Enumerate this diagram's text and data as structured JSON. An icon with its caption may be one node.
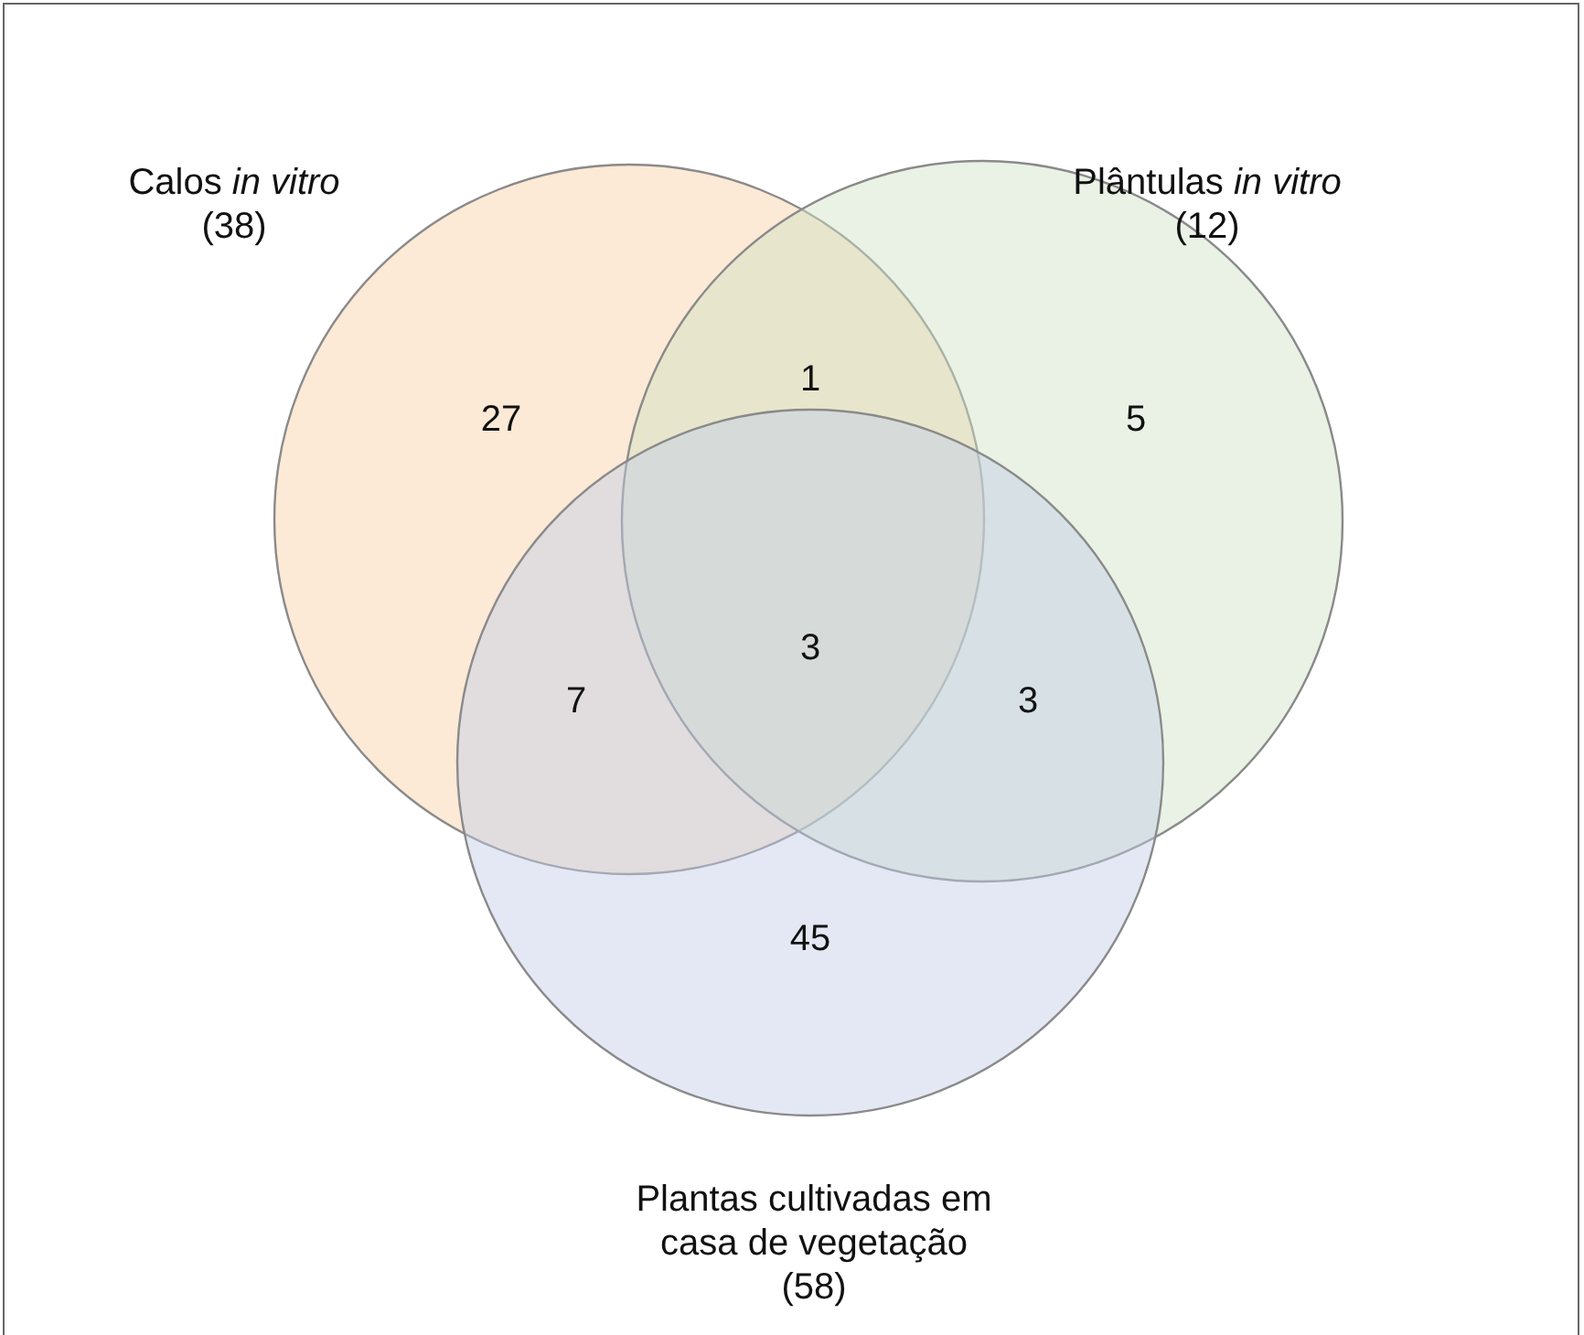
{
  "diagram": {
    "nodes": [
      {
        "text": [
          "Calos *in vitro*",
          "(38)"
        ]
      },
      {
        "text": [
          "Plântulas *in vitro*",
          "(12)"
        ]
      },
      {
        "text": [
          "Plantas cultivadas em casa de vegetação",
          "(58)"
        ]
      }
    ],
    "labels": [
      "1",
      "27",
      "5",
      "3",
      "7",
      "3",
      "45"
    ]
  }
}
